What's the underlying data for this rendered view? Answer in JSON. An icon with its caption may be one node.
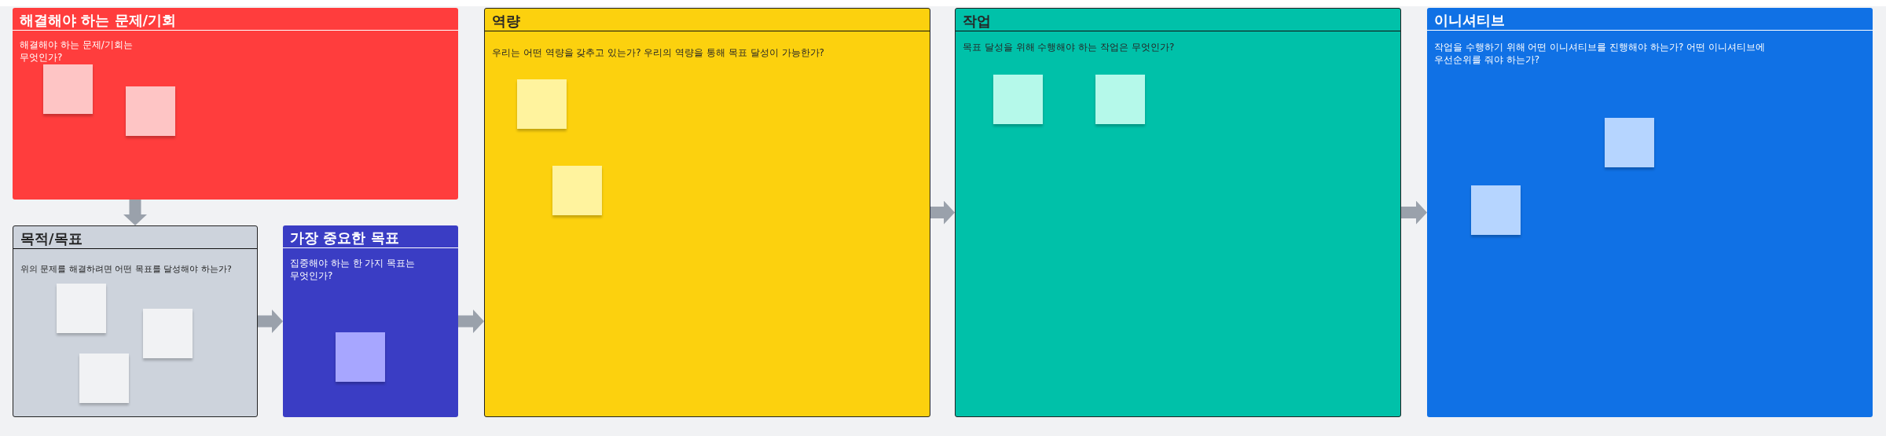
{
  "diagram": {
    "nodes": [
      {
        "text": [
          "해결해야 하는 문제/기회",
          "해결해야 하는 문제/기회는 무엇인가?"
        ]
      },
      {
        "text": [],
        "shape": "box",
        "in": 0
      },
      {
        "text": [],
        "shape": "box",
        "in": 0
      },
      {
        "text": [
          "목적/목표",
          "위의 문제를 해결하려면 어떤 목표를 달성해야 하는가?"
        ]
      },
      {
        "text": [],
        "shape": "box",
        "in": 3
      },
      {
        "text": [],
        "shape": "box",
        "in": 3
      },
      {
        "text": [],
        "shape": "box",
        "in": 3
      },
      {
        "text": [
          "가장 중요한 목표",
          "집중해야 하는 한 가지 목표는 무엇인가?"
        ]
      },
      {
        "text": [],
        "shape": "box",
        "in": 7
      },
      {
        "text": [
          "역량",
          "우리는 어떤 역량을 갖추고 있는가? 우리의 역량을 통해 목표 달성이 가능한가?"
        ]
      },
      {
        "text": [],
        "shape": "box",
        "in": 9
      },
      {
        "text": [],
        "shape": "box",
        "in": 9
      },
      {
        "text": [
          "작업",
          "목표 달성을 위해 수행해야 하는 작업은 무엇인가?"
        ]
      },
      {
        "text": [],
        "shape": "box",
        "in": 12
      },
      {
        "text": [],
        "shape": "box",
        "in": 12
      },
      {
        "text": [
          "이니셔티브",
          "작업을 수행하기 위해 어떤 이니셔티브를 진행해야 하는가? 어떤 이니셔티브에 우선순위를 줘야 하는가?"
        ]
      },
      {
        "text": [],
        "shape": "box",
        "in": 15
      },
      {
        "text": [],
        "shape": "box",
        "in": 15
      }
    ],
    "edges": [
      {
        "from": 0,
        "to": 3,
        "arrow": "to"
      },
      {
        "from": 3,
        "to": 7,
        "arrow": "to"
      },
      {
        "from": 7,
        "to": 9,
        "arrow": "to"
      },
      {
        "from": 9,
        "to": 12,
        "arrow": "to"
      },
      {
        "from": 12,
        "to": 15,
        "arrow": "to"
      }
    ]
  }
}
